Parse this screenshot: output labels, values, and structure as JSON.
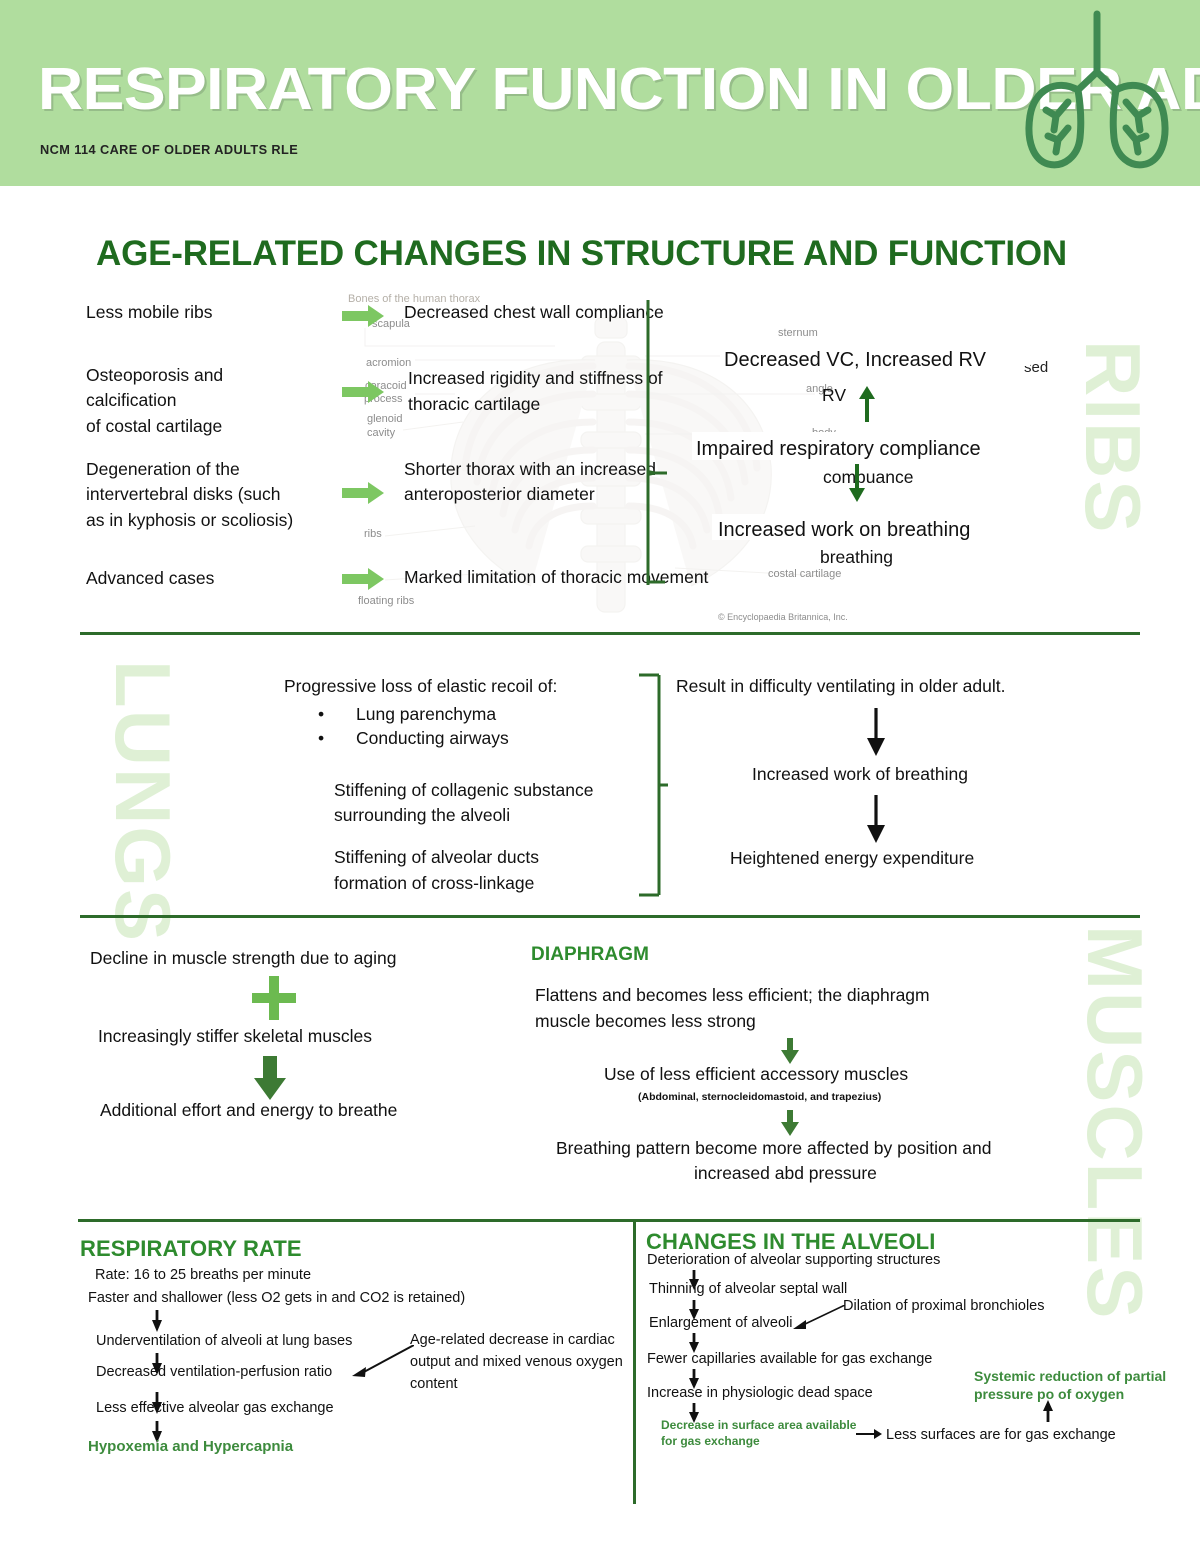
{
  "header": {
    "title": "RESPIRATORY FUNCTION IN OLDER ADULTS",
    "subtitle": "NCM 114 CARE OF OLDER ADULTS RLE",
    "logo": "lungs-icon",
    "bg_color": "#b0dd9e",
    "title_color": "#ffffff"
  },
  "colors": {
    "accent_dark_green": "#1f6b1f",
    "accent_green": "#2e8b2e",
    "arrow_green": "#7dc762",
    "arrow_dark_green": "#2d7a2d",
    "watermark_green": "#dff0d5",
    "divider_green": "#2d6b2a"
  },
  "main_heading": "AGE-RELATED CHANGES IN STRUCTURE AND FUNCTION",
  "ribs": {
    "watermark": "RIBS",
    "causes": [
      "Less mobile ribs",
      "Osteoporosis and calcification\nof costal cartilage",
      "Degeneration of the\nintervertebral disks (such\nas in kyphosis or scoliosis)",
      "Advanced cases"
    ],
    "cause_lines": {
      "c0": "Less mobile ribs",
      "c1a": "Osteoporosis and",
      "c1b": "calcification",
      "c1c": "of costal cartilage",
      "c2a": "Degeneration of the",
      "c2b": "intervertebral disks (such",
      "c2c": "as in kyphosis or scoliosis)",
      "c3": "Advanced cases"
    },
    "effects": {
      "e0": "Decreased chest wall compliance",
      "e1a": "Increased rigidity and stiffness of",
      "e1b": "thoracic cartilage",
      "e2a": "Shorter thorax with an increased",
      "e2b": "anteroposterior diameter",
      "e3": "Marked limitation of thoracic movement"
    },
    "outcomes": {
      "o0": "Decreased VC, Increased RV",
      "o0_residue_right": "sed",
      "o0_residue_below": "RV",
      "o1": "Impaired respiratory compliance",
      "o1_residue": "compuance",
      "o2": "Increased work on breathing",
      "o2_residue": "breathing"
    },
    "skeleton_labels": {
      "title": "Bones of the human thorax",
      "l1": "scapula",
      "l2": "acromion",
      "l3": "coracoid",
      "l4": "process",
      "l5": "glenoid",
      "l6": "cavity",
      "l7": "ribs",
      "l8": "floating ribs",
      "l9": "sternum",
      "l10": "angle",
      "l11": "body",
      "l12": "costal cartilage",
      "credit": "© Encyclopaedia Britannica, Inc."
    }
  },
  "lungs": {
    "watermark": "LUNGS",
    "causes": {
      "c0": "Progressive loss of elastic recoil of:",
      "b1": "Lung parenchyma",
      "b2": "Conducting airways",
      "c1a": "Stiffening of collagenic substance",
      "c1b": "surrounding the alveoli",
      "c2a": "Stiffening of alveolar ducts",
      "c2b": "formation of cross-linkage"
    },
    "effects": {
      "e0": "Result in difficulty ventilating in older adult.",
      "e1": "Increased work of breathing",
      "e2": "Heightened energy expenditure"
    }
  },
  "muscles": {
    "watermark": "MUSCLES",
    "left_flow": {
      "s0": "Decline in muscle strength due to aging",
      "plus": "plus-icon",
      "s1": "Increasingly stiffer skeletal muscles",
      "s2": "Additional effort and energy to breathe"
    },
    "diaphragm": {
      "title": "DIAPHRAGM",
      "d0a": "Flattens and becomes less efficient; the diaphragm",
      "d0b": "muscle becomes less strong",
      "d1": "Use of less efficient accessory muscles",
      "d1_note": "(Abdominal, sternocleidomastoid, and trapezius)",
      "d2a": "Breathing pattern become more affected by position and",
      "d2b": "increased abd pressure"
    }
  },
  "respiratory_rate": {
    "title": "RESPIRATORY RATE",
    "r0": "Rate: 16 to 25 breaths per minute",
    "r1": "Faster and shallower (less O2 gets in and CO2 is retained)",
    "r2": "Underventilation of alveoli at lung bases",
    "r3": "Decreased ventilation-perfusion ratio",
    "r4": "Less effective alveolar gas exchange",
    "r5": "Hypoxemia and Hypercapnia",
    "side_note_a": "Age-related decrease in cardiac",
    "side_note_b": "output and mixed venous oxygen",
    "side_note_c": "content"
  },
  "alveoli": {
    "title": "CHANGES IN THE ALVEOLI",
    "a0": "Deterioration of alveolar supporting structures",
    "a1": "Thinning of alveolar septal wall",
    "a2": "Enlargement of alveoli",
    "a3": "Fewer capillaries available for gas exchange",
    "a4": "Increase in physiologic dead space",
    "a5a": "Decrease in surface area available",
    "a5b": "for gas exchange",
    "side_dilation": "Dilation of proximal bronchioles",
    "side_less_a": "Less surfaces are for gas exchange",
    "side_systemic_a": "Systemic reduction of partial",
    "side_systemic_b": "pressure po of oxygen"
  }
}
